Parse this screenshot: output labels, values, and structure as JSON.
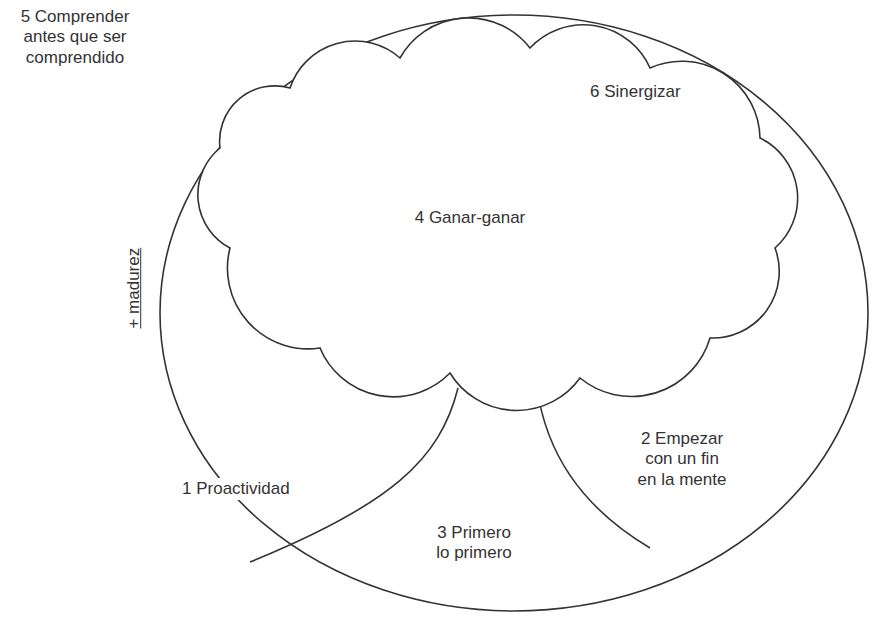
{
  "diagram": {
    "nodes": [
      {
        "text": [
          "6 Sinergizar",
          "4 Ganar-ganar"
        ]
      }
    ],
    "labels": [
      "5 Comprender antes que ser comprendido",
      "+ madurez",
      "1 Proactividad",
      "3 Primero lo primero",
      "2 Empezar con un fin en la mente"
    ]
  }
}
